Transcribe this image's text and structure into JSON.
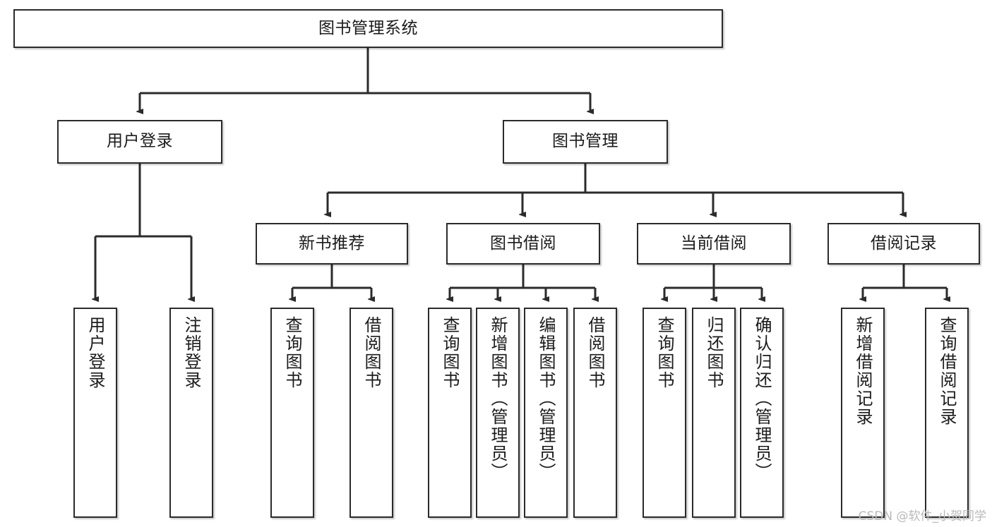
{
  "diagram": {
    "type": "tree-hierarchy-chart",
    "title": "图书管理系统",
    "root": {
      "id": "root",
      "label": "图书管理系统"
    },
    "level2": [
      {
        "id": "user-login",
        "label": "用户登录"
      },
      {
        "id": "book-management",
        "label": "图书管理"
      }
    ],
    "level3": [
      {
        "id": "new-book-recommend",
        "label": "新书推荐",
        "parent": "book-management"
      },
      {
        "id": "book-borrow",
        "label": "图书借阅",
        "parent": "book-management"
      },
      {
        "id": "current-borrow",
        "label": "当前借阅",
        "parent": "book-management"
      },
      {
        "id": "borrow-record",
        "label": "借阅记录",
        "parent": "book-management"
      }
    ],
    "leaves": [
      {
        "id": "leaf-user-login",
        "label": "用户登录",
        "parent": "user-login"
      },
      {
        "id": "leaf-logout-login",
        "label": "注销登录",
        "parent": "user-login"
      },
      {
        "id": "leaf-query-book-1",
        "label": "查询图书",
        "parent": "new-book-recommend"
      },
      {
        "id": "leaf-borrow-book-1",
        "label": "借阅图书",
        "parent": "new-book-recommend"
      },
      {
        "id": "leaf-query-book-2",
        "label": "查询图书",
        "parent": "book-borrow"
      },
      {
        "id": "leaf-add-book",
        "label": "新增图书（管理员）",
        "parent": "book-borrow"
      },
      {
        "id": "leaf-edit-book",
        "label": "编辑图书（管理员）",
        "parent": "book-borrow"
      },
      {
        "id": "leaf-borrow-book-2",
        "label": "借阅图书",
        "parent": "book-borrow"
      },
      {
        "id": "leaf-query-book-3",
        "label": "查询图书",
        "parent": "current-borrow"
      },
      {
        "id": "leaf-return-book",
        "label": "归还图书",
        "parent": "current-borrow"
      },
      {
        "id": "leaf-confirm-return",
        "label": "确认归还（管理员）",
        "parent": "current-borrow"
      },
      {
        "id": "leaf-add-record",
        "label": "新增借阅记录",
        "parent": "borrow-record"
      },
      {
        "id": "leaf-query-record",
        "label": "查询借阅记录",
        "parent": "borrow-record"
      }
    ],
    "colors": {
      "stroke": "#2b2b2b",
      "fill": "#ffffff",
      "text": "#1b1b1b",
      "watermark": "#b9b9b9"
    }
  },
  "watermark": {
    "text": "CSDN @软件_小贺同学"
  }
}
